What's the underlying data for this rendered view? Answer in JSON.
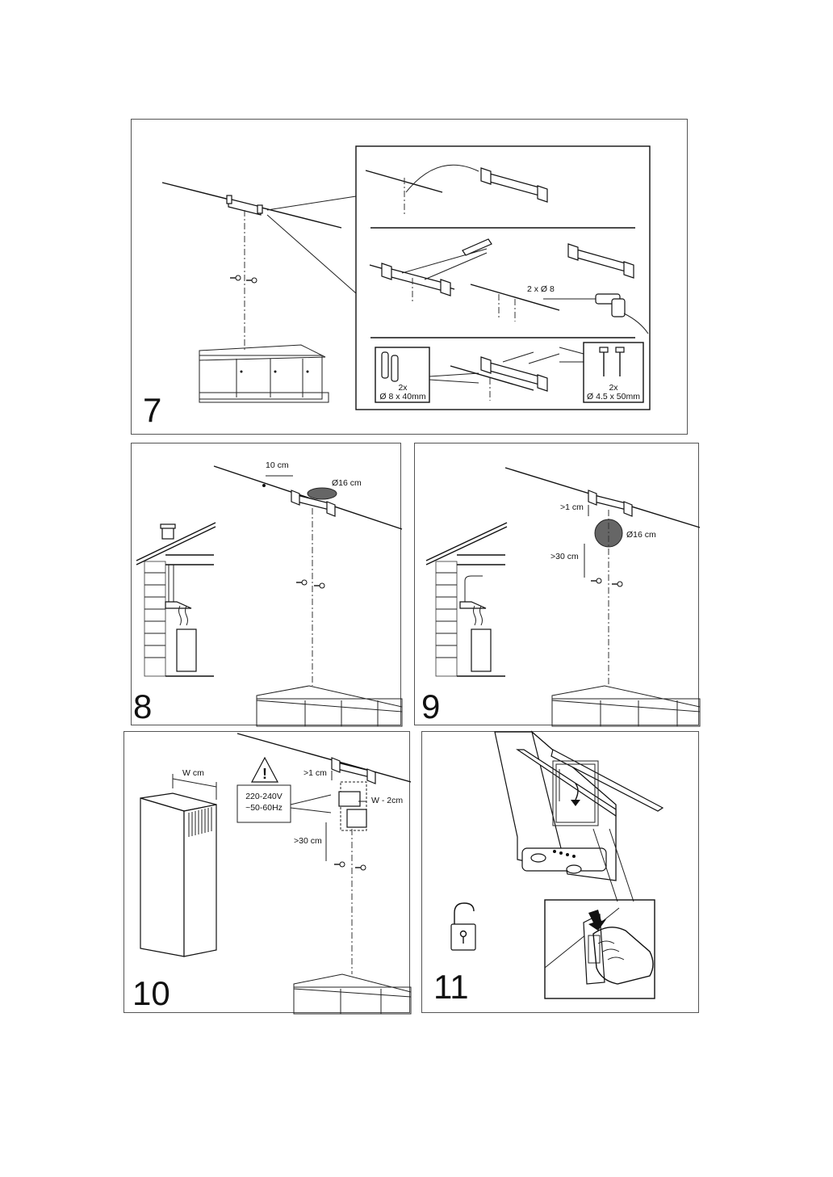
{
  "steps": {
    "step7": {
      "number": "7",
      "drill_label": "2 x Ø 8",
      "plug_count": "2x",
      "plug_size": "Ø 8 x 40mm",
      "screw_count": "2x",
      "screw_size": "Ø 4.5 x 50mm"
    },
    "step8": {
      "number": "8",
      "offset_label": "10 cm",
      "hole_label": "Ø16 cm"
    },
    "step9": {
      "number": "9",
      "gap_label": ">1 cm",
      "hole_label": "Ø16 cm",
      "height_label": ">30 cm"
    },
    "step10": {
      "number": "10",
      "width_label": "W cm",
      "gap_label": ">1 cm",
      "voltage_label": "220-240V",
      "frequency_label": "~50-60Hz",
      "socket_offset_label": "W - 2cm",
      "height_label": ">30 cm"
    },
    "step11": {
      "number": "11"
    }
  },
  "colors": {
    "line": "#111111",
    "hole_fill": "#666666",
    "panel_border": "#555555"
  }
}
